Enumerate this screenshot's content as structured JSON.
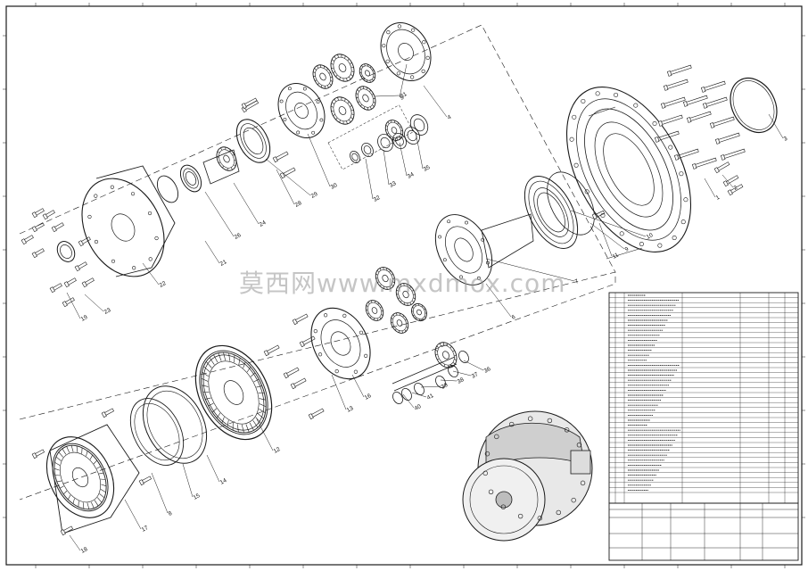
{
  "watermark": "莫西网www.mxdmox.com",
  "callouts": [
    "1",
    "2",
    "3",
    "4",
    "5",
    "6",
    "7",
    "8",
    "9",
    "10",
    "11",
    "12",
    "13",
    "14",
    "15",
    "16",
    "17",
    "18",
    "19",
    "21",
    "22",
    "23",
    "24",
    "26",
    "28",
    "29",
    "30",
    "31",
    "32",
    "33",
    "34",
    "35",
    "36",
    "37",
    "38",
    "39",
    "40",
    "41"
  ],
  "colors": {
    "line": "#1a1a1a",
    "paper": "#ffffff",
    "watermark": "#969696"
  }
}
